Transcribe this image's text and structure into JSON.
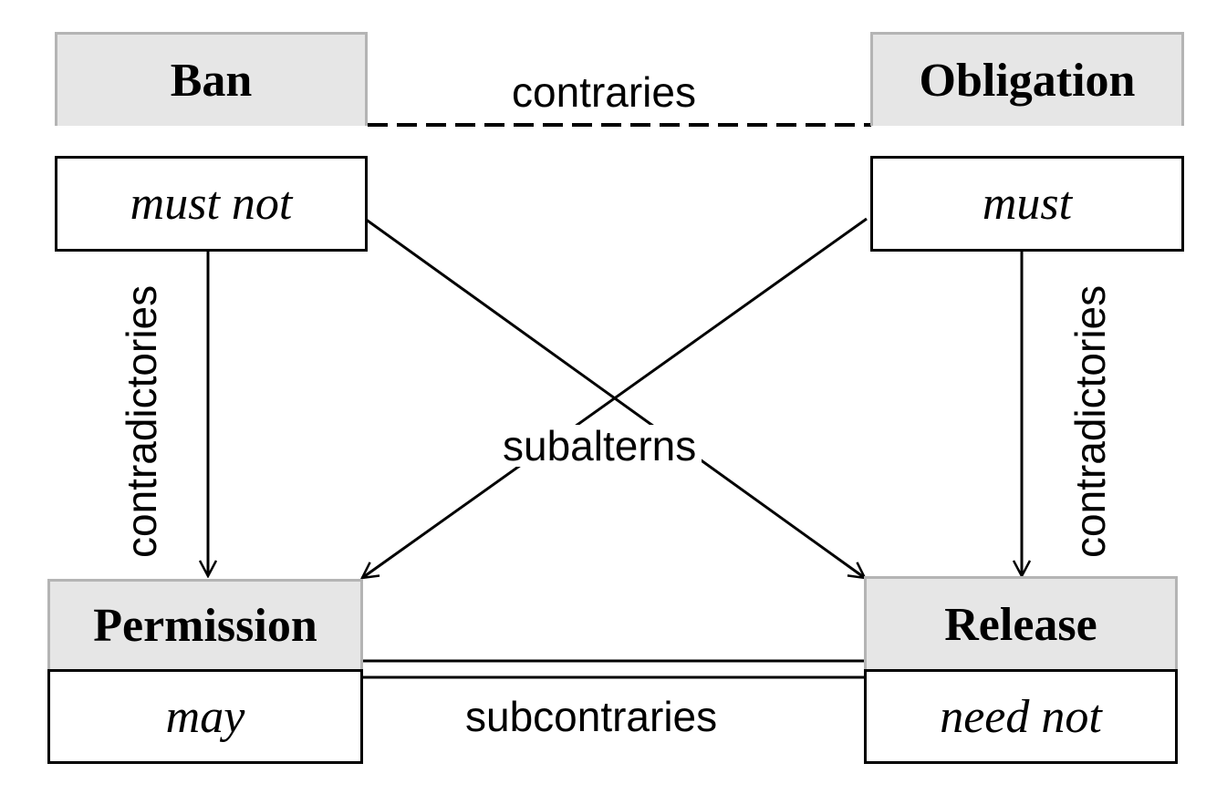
{
  "nodes": {
    "ban": {
      "title": "Ban",
      "modal": "must not"
    },
    "obligation": {
      "title": "Obligation",
      "modal": "must"
    },
    "permission": {
      "title": "Permission",
      "modal": "may"
    },
    "release": {
      "title": "Release",
      "modal": "need not"
    }
  },
  "relations": {
    "contraries": "contraries",
    "subalterns": "subalterns",
    "subcontraries": "subcontraries",
    "contradictories_left": "contradictories",
    "contradictories_right": "contradictories"
  }
}
